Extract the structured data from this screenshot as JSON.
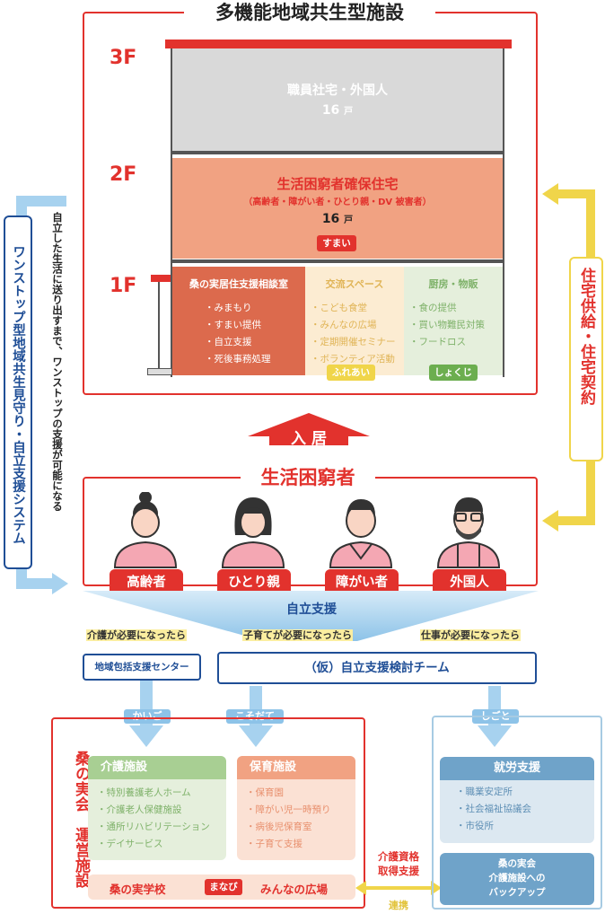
{
  "facility": {
    "title": "多機能地域共生型施設",
    "floors": {
      "f3": {
        "label": "3F",
        "name": "職員社宅・外国人",
        "count": "16",
        "unit": "戸"
      },
      "f2": {
        "label": "2F",
        "name": "生活困窮者確保住宅",
        "sub": "（高齢者・障がい者・ひとり親・DV 被害者）",
        "count": "16",
        "unit": "戸",
        "tag": "すまい"
      },
      "f1": {
        "label": "1F",
        "a": {
          "title": "桑の実居住支援相談室",
          "items": [
            "・みまもり",
            "・すまい提供",
            "・自立支援",
            "・死後事務処理"
          ]
        },
        "b": {
          "title": "交流スペース",
          "items": [
            "・こども食堂",
            "・みんなの広場",
            "・定期開催セミナー",
            "・ボランティア活動"
          ],
          "tag": "ふれあい"
        },
        "c": {
          "title": "厨房・物販",
          "items": [
            "・食の提供",
            "・買い物難民対策",
            "・フードロス"
          ],
          "tag": "しょくじ"
        }
      }
    }
  },
  "left_system": {
    "vertical_title": "ワンストップ型地域共生見守り・自立支援システム",
    "vertical_note": "自立した生活に送り出すまで、ワンストップの支援が可能になる"
  },
  "right_housing": {
    "vertical_label": "住宅供給・住宅契約"
  },
  "entry_label": "入 居",
  "needy": {
    "title": "生活困窮者",
    "people": [
      "高齢者",
      "ひとり親",
      "障がい者",
      "外国人"
    ]
  },
  "support": {
    "label": "自立支援",
    "conditions": [
      "介護が必要になったら",
      "子育てが必要になったら",
      "仕事が必要になったら"
    ],
    "center": "地域包括支援センター",
    "team": "（仮）自立支援検討チーム"
  },
  "pills": [
    "かいご",
    "こそだて",
    "しごと"
  ],
  "operations": {
    "vertical_title": "桑の実会　運営施設",
    "care": {
      "title": "介護施設",
      "items": [
        "・特別養護老人ホーム",
        "・介護老人保健施設",
        "・通所リハビリテーション",
        "・デイサービス"
      ]
    },
    "nursery": {
      "title": "保育施設",
      "items": [
        "・保育園",
        "・障がい児一時預り",
        "・病後児保育室",
        "・子育て支援"
      ]
    },
    "school": {
      "left": "桑の実学校",
      "tag": "まなび",
      "right": "みんなの広場"
    }
  },
  "employment": {
    "title": "就労支援",
    "items": [
      "・職業安定所",
      "・社会福祉協議会",
      "・市役所"
    ],
    "backup": [
      "桑の実会",
      "介護施設への",
      "バックアップ"
    ]
  },
  "link": {
    "label1": "介護資格",
    "label2": "取得支援",
    "label3": "連携"
  },
  "colors": {
    "red": "#e2322d",
    "blue": "#1f4e96",
    "lightblue": "#8dc3e8",
    "yellow": "#f0d54a",
    "orange": "#dc6a4d"
  }
}
